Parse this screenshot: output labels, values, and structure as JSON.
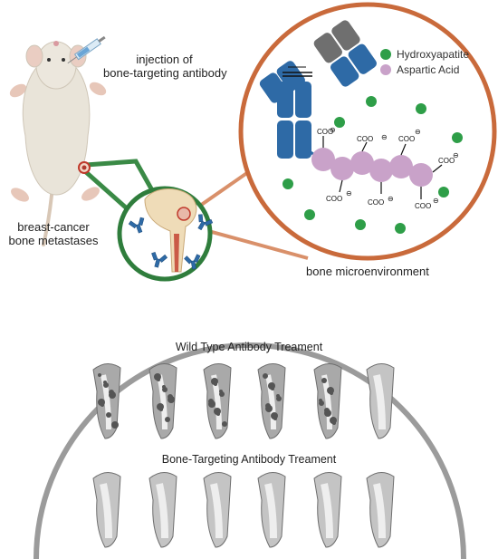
{
  "labels": {
    "injection": [
      "injection of",
      "bone-targeting antibody"
    ],
    "metastases": [
      "breast-cancer",
      "bone metastases"
    ],
    "microenvironment": "bone microenvironment",
    "wild_type": "Wild Type Antibody Treament",
    "bone_targeting": "Bone-Targeting Antibody Treament"
  },
  "legend": [
    {
      "label": "Hydroxyapatite",
      "color": "#2e9e48"
    },
    {
      "label": "Aspartic Acid",
      "color": "#c9a2c9"
    }
  ],
  "chem": {
    "carboxyl": "COO",
    "charge": "⊖"
  },
  "colors": {
    "circle_green": "#2f7d3c",
    "circle_orange": "#c96a3b",
    "antibody_blue": "#2e6aa6",
    "antibody_gray": "#6f6f6f",
    "mouse_body": "#e9e4d9",
    "bottom_ring": "#9b9b9b"
  },
  "bone_rows": {
    "wild_type_count": 6,
    "bone_targeting_count": 6
  }
}
